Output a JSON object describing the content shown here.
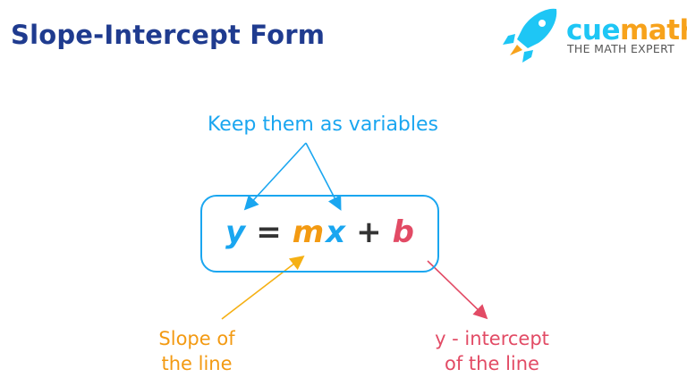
{
  "title": "Slope-Intercept Form",
  "logo": {
    "brand_part1": "cue",
    "brand_part2": "math",
    "tagline": "THE MATH EXPERT"
  },
  "labels": {
    "top": "Keep them as variables",
    "slope_line1": "Slope of",
    "slope_line2": "the line",
    "intercept_line1": "y - intercept",
    "intercept_line2": "of the line"
  },
  "equation": {
    "y": "y",
    "eq": "=",
    "m": "m",
    "x": "x",
    "plus": "+",
    "b": "b"
  },
  "colors": {
    "title": "#1f3b8f",
    "blue": "#1aa6f0",
    "orange": "#f39a12",
    "red": "#e24b65",
    "dark": "#333333"
  }
}
